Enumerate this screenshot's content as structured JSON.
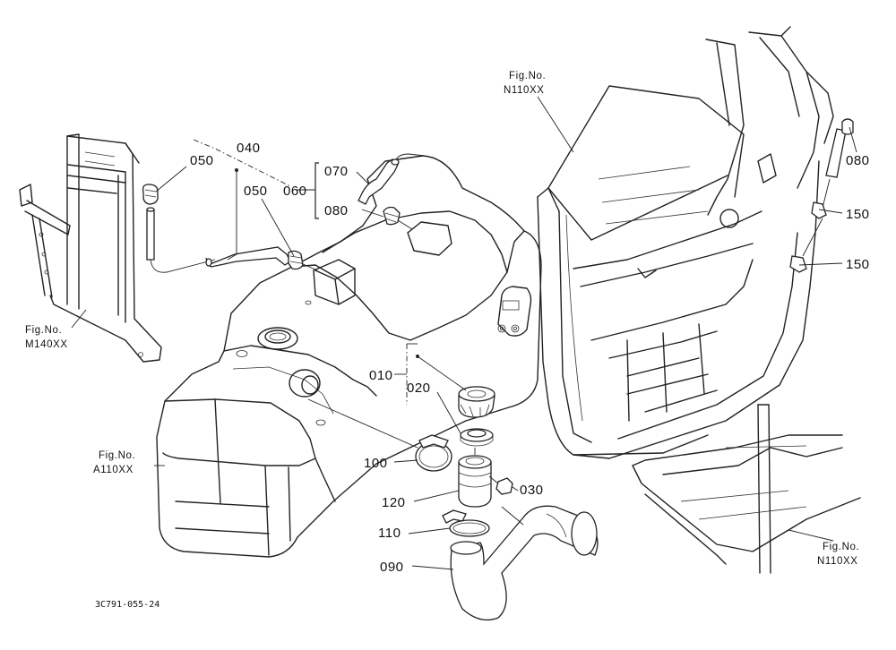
{
  "callouts": {
    "c010": "010",
    "c020": "020",
    "c030": "030",
    "c040": "040",
    "c050a": "050",
    "c050b": "050",
    "c060": "060",
    "c070": "070",
    "c080a": "080",
    "c080b": "080",
    "c090": "090",
    "c100": "100",
    "c110": "110",
    "c120": "120",
    "c150a": "150",
    "c150b": "150"
  },
  "figure_refs": {
    "m140": {
      "line1": "Fig.No.",
      "line2": "M140XX"
    },
    "a110": {
      "line1": "Fig.No.",
      "line2": "A110XX"
    },
    "n110_top": {
      "line1": "Fig.No.",
      "line2": "N110XX"
    },
    "n110_bottom": {
      "line1": "Fig.No.",
      "line2": "N110XX"
    }
  },
  "diagram_code": "3C791-055-24"
}
